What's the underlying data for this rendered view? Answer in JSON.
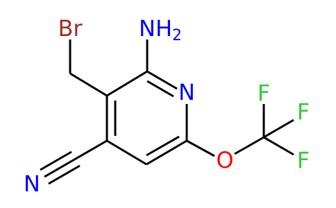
{
  "molecule": {
    "atoms": {
      "br": {
        "text": "Br",
        "color": "#a52a2a"
      },
      "nh2": {
        "text": "NH",
        "subscript": "2",
        "color": "#0000ff"
      },
      "ring_n": {
        "text": "N",
        "color": "#0000ff"
      },
      "nitrile_n": {
        "text": "N",
        "color": "#0000ff"
      },
      "o": {
        "text": "O",
        "color": "#ff0000"
      },
      "f1": {
        "text": "F",
        "color": "#33cc33"
      },
      "f2": {
        "text": "F",
        "color": "#33cc33"
      },
      "f3": {
        "text": "F",
        "color": "#33cc33"
      }
    }
  }
}
